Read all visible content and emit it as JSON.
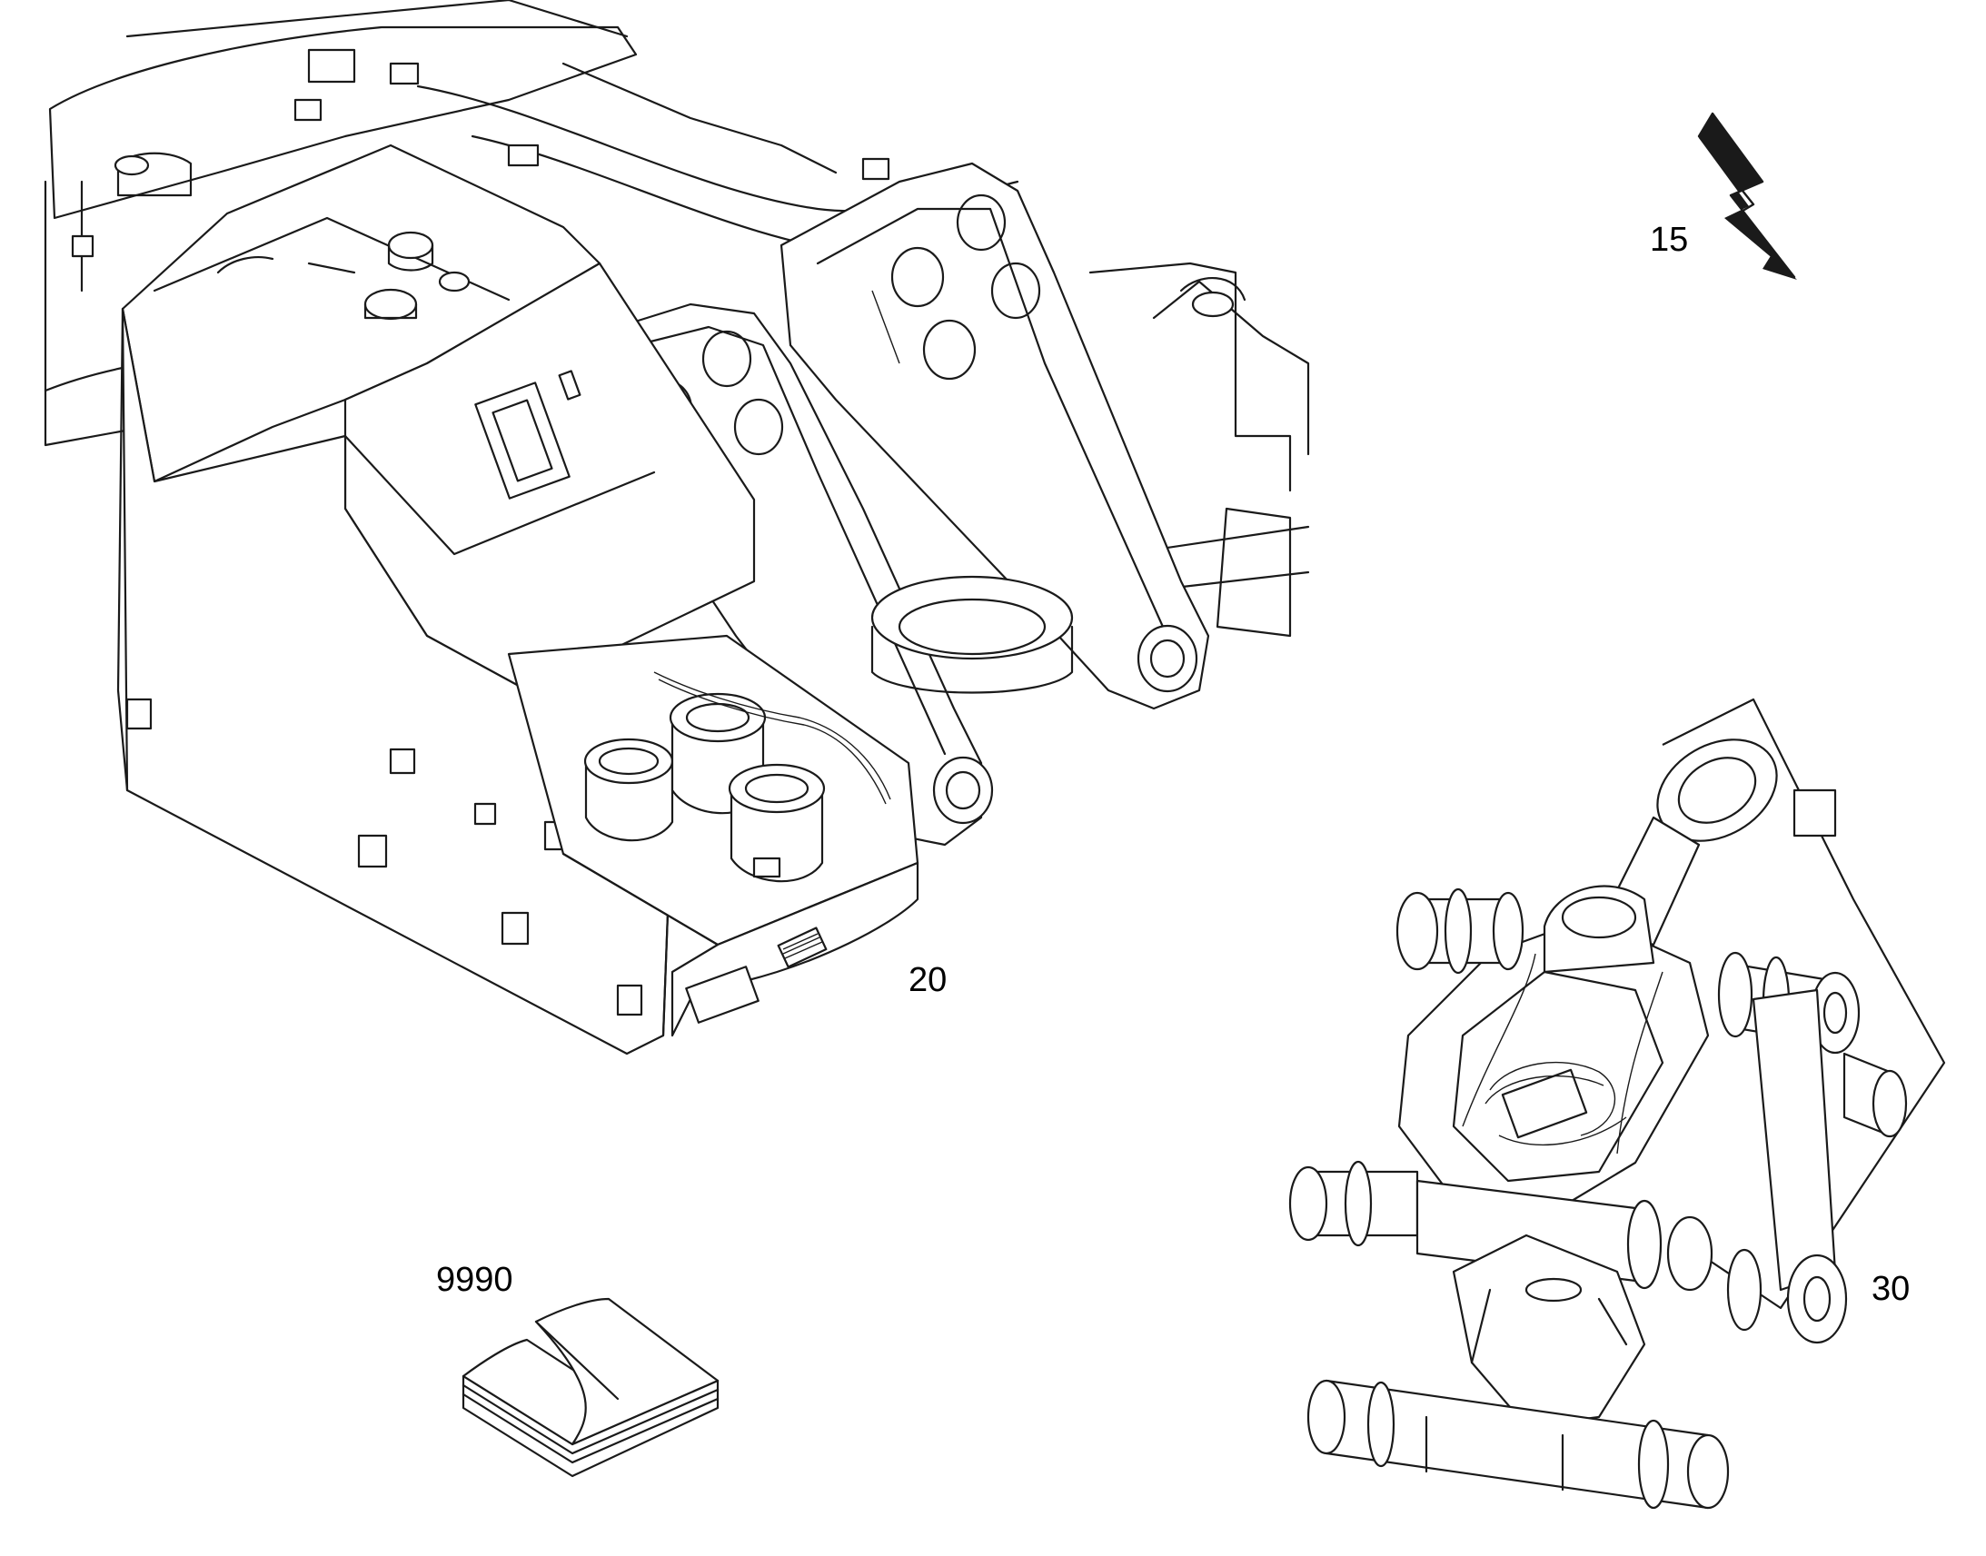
{
  "callouts": {
    "c15": "15",
    "c20": "20",
    "c30": "30",
    "c9990": "9990"
  },
  "colors": {
    "line": "#1a1a1a",
    "background": "#ffffff"
  },
  "icons": {
    "direction_marker": "lightning-bolt-arrow-icon",
    "documentation": "open-book-icon"
  }
}
